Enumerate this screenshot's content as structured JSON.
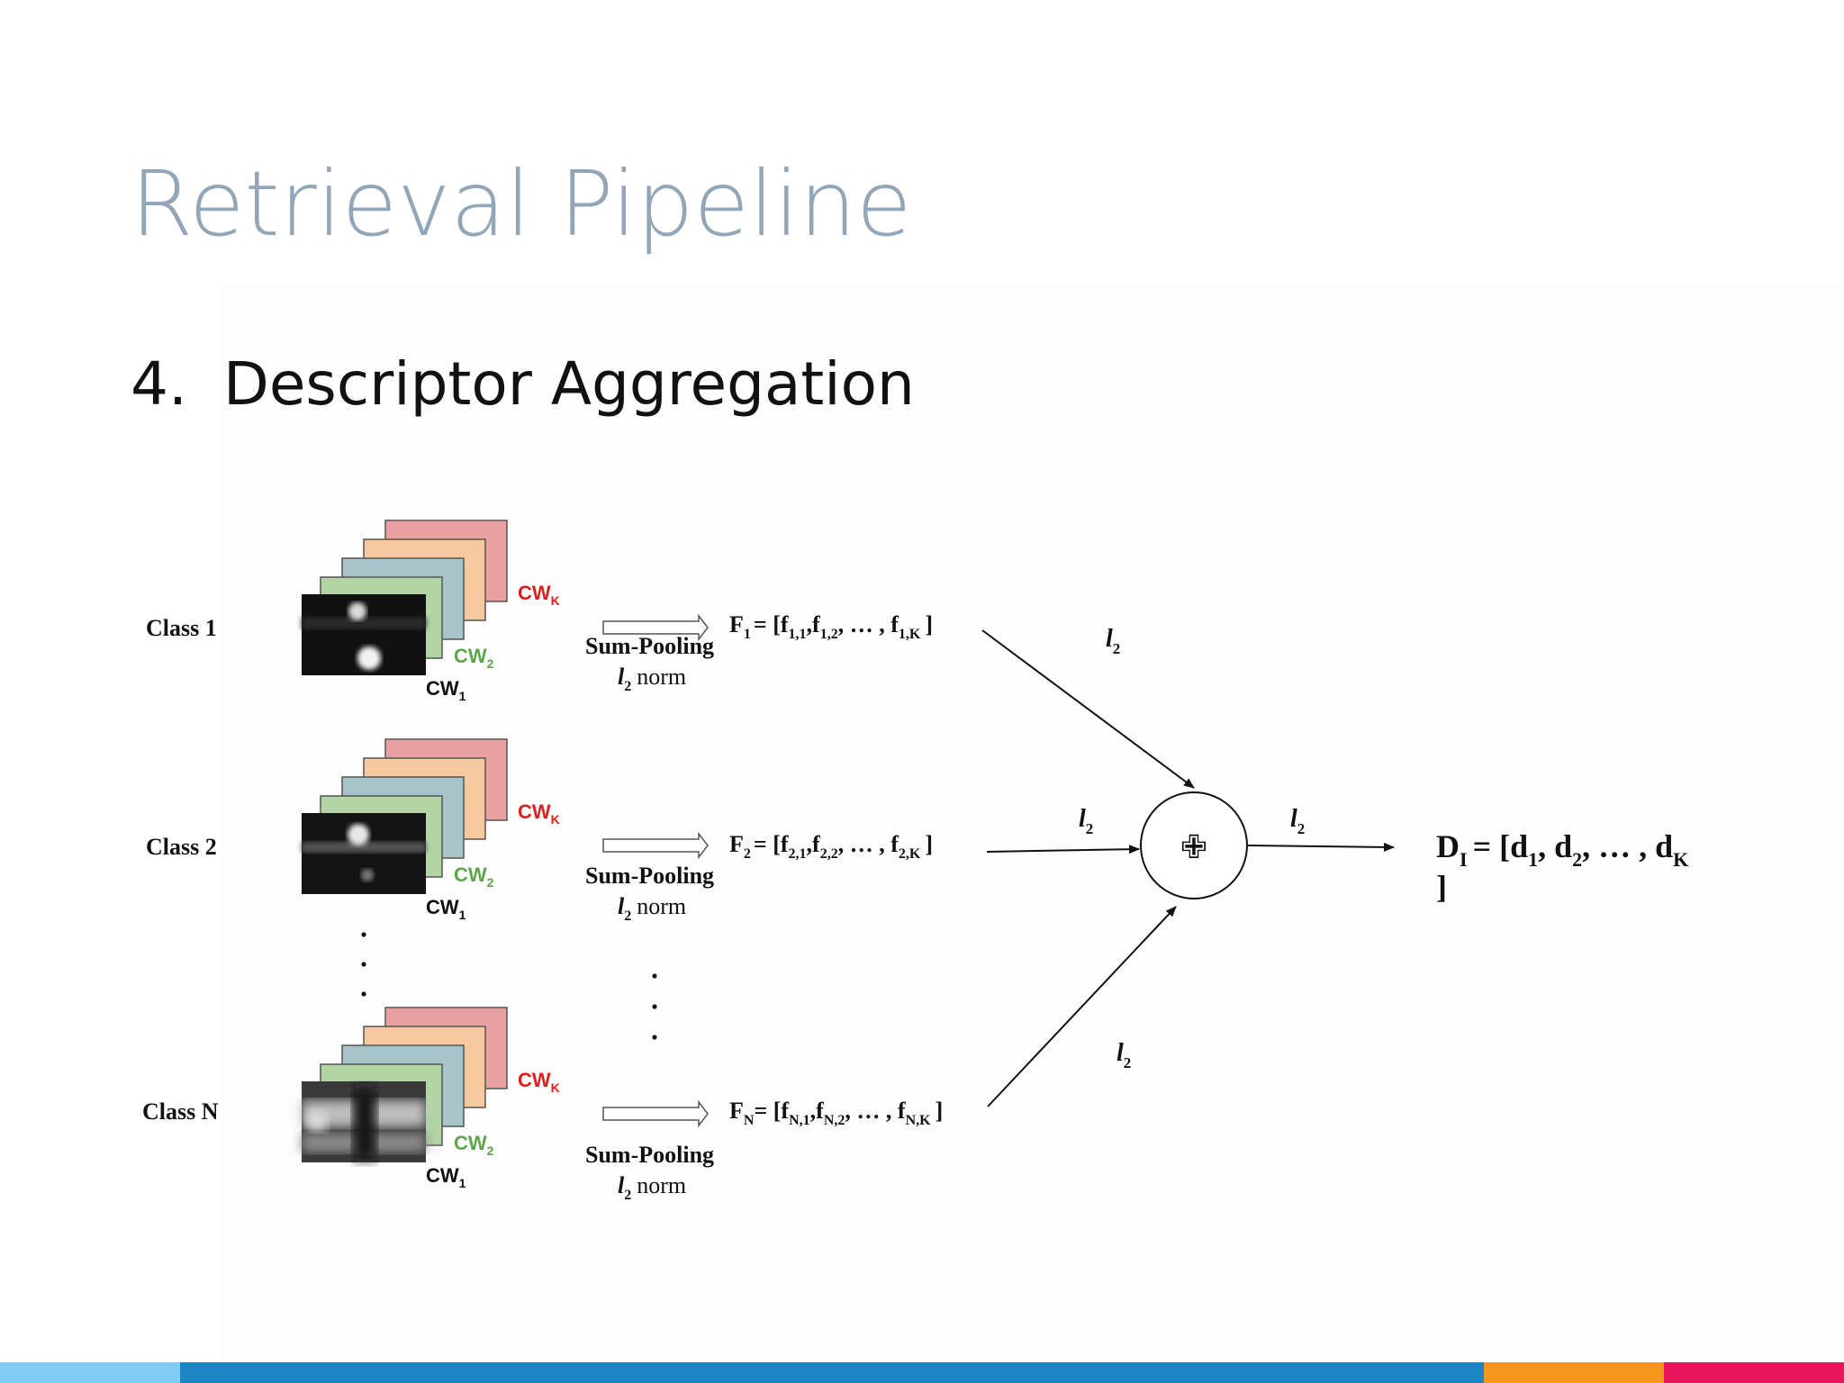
{
  "slide": {
    "title": "Retrieval Pipeline",
    "section_number": "4.",
    "section_title": "Descriptor Aggregation"
  },
  "diagram": {
    "rows": [
      {
        "class_label": "Class 1",
        "f_label": "F",
        "f_sub": "1",
        "f_eq": "= [f",
        "e1": "1,1",
        "e2": "1,2",
        "eK": "1,K"
      },
      {
        "class_label": "Class 2",
        "f_label": "F",
        "f_sub": "2",
        "f_eq": "= [f",
        "e1": "2,1",
        "e2": "2,2",
        "eK": "2,K"
      },
      {
        "class_label": "Class N",
        "f_label": "F",
        "f_sub": "N",
        "f_eq": "= [f",
        "e1": "N,1",
        "e2": "N,2",
        "eK": "N,K"
      }
    ],
    "cw_k": "CW",
    "cw_k_sub": "K",
    "cw_2": "CW",
    "cw_2_sub": "2",
    "cw_1": "CW",
    "cw_1_sub": "1",
    "pooling_label": "Sum-Pooling",
    "norm_l": "l",
    "norm_sub": "2",
    "norm_word": "norm",
    "edge_l": "l",
    "edge_sub": "2",
    "sum_symbol": "✙",
    "output_main": "D",
    "output_sub": "I",
    "output_eq": "= [d",
    "output_d1_sub": "1",
    "output_d2": ", d",
    "output_d2_sub": "2",
    "output_dots": ", … , d",
    "output_dK_sub": "K",
    "output_close": "]",
    "vdots": "·",
    "colors": {
      "red_layer": "#e9a0a0",
      "orange_layer": "#f8c99e",
      "blue_layer": "#a6c4c9",
      "green_layer": "#b3d5a6",
      "cw_k_color": "#d9221f",
      "cw_2_color": "#5da54a"
    }
  },
  "footer": {
    "colors": [
      "#7ecbf3",
      "#1b85c4",
      "#f7941d",
      "#e8175d"
    ]
  }
}
